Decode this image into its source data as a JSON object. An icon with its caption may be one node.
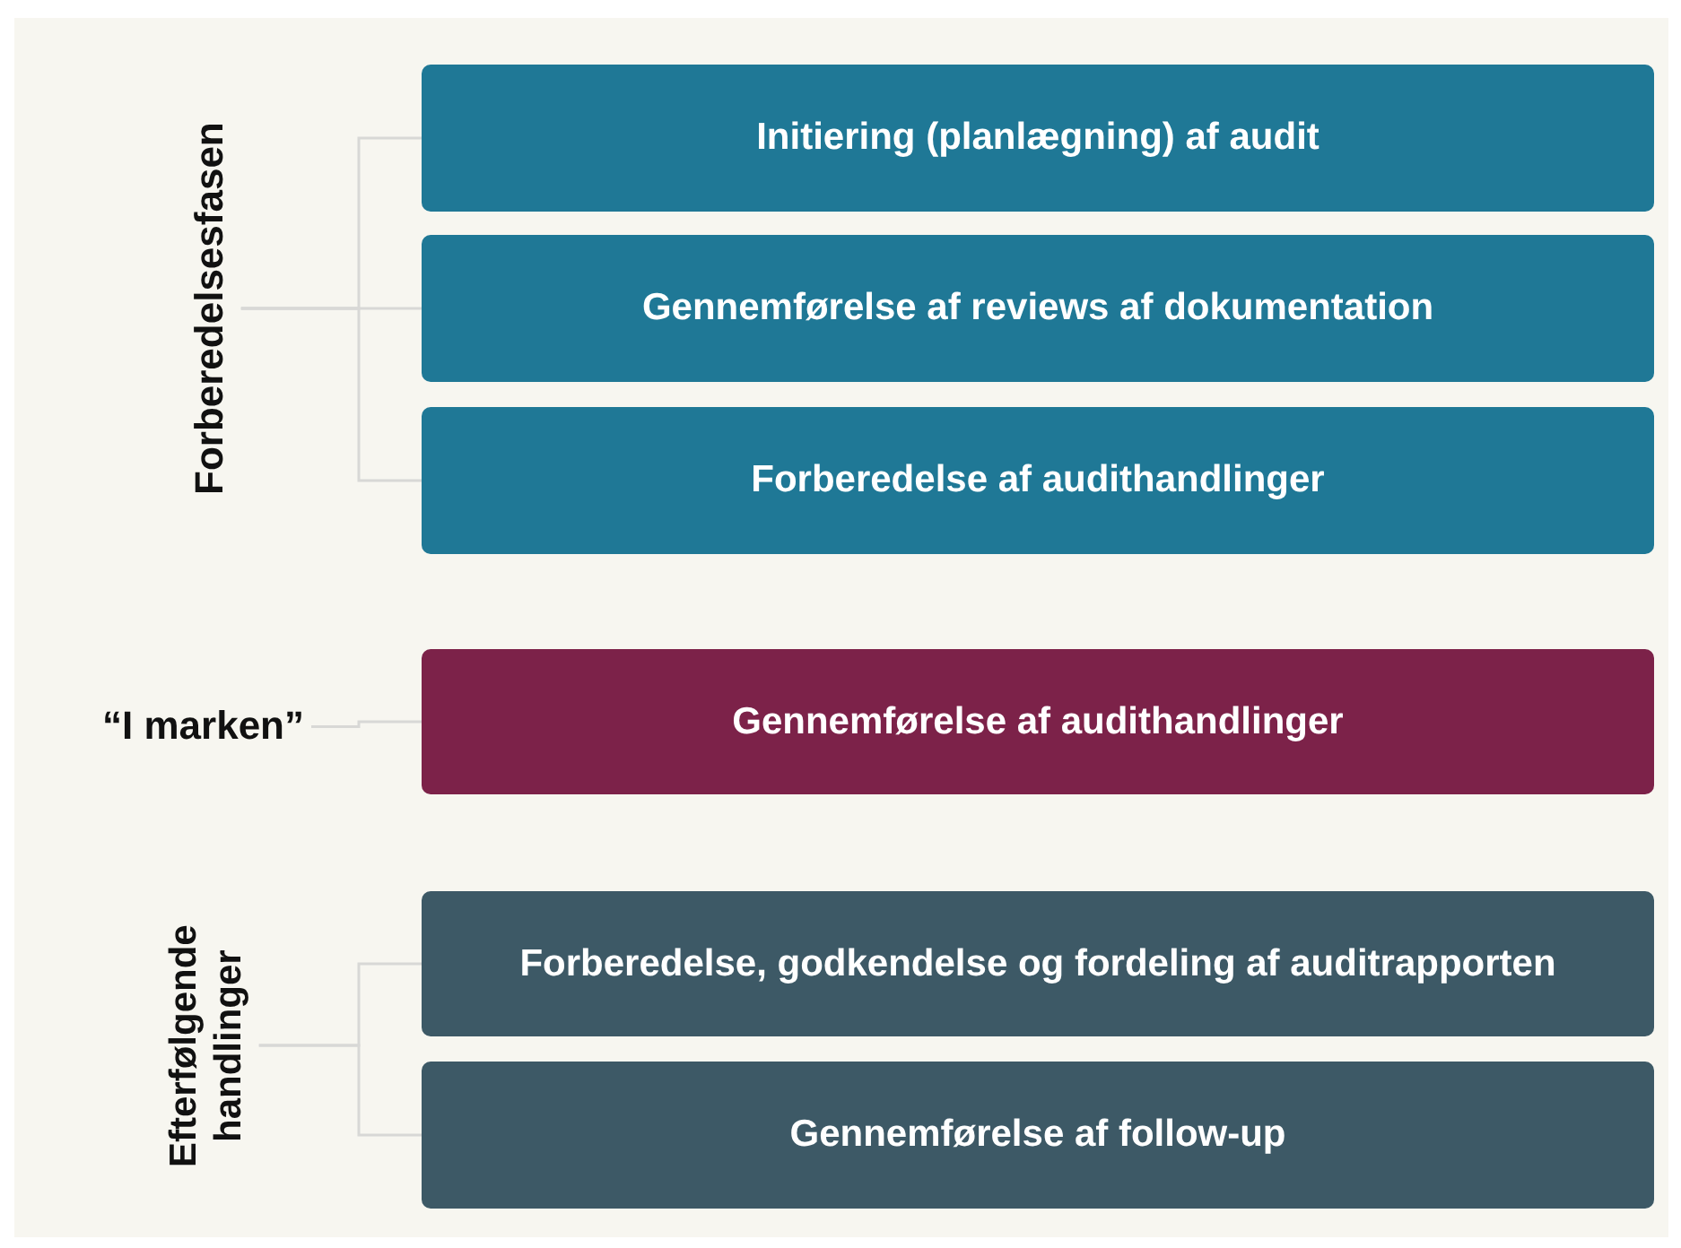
{
  "diagram": {
    "nodes": [
      {
        "text": [
          "Forberedelsesfasen"
        ]
      },
      {
        "text": [
          "Initiering (planlægning) af audit"
        ]
      },
      {
        "text": [
          "Gennemførelse af reviews af dokumentation"
        ]
      },
      {
        "text": [
          "Forberedelse af audithandlinger"
        ]
      },
      {
        "text": [
          "“I marken”"
        ]
      },
      {
        "text": [
          "Gennemførelse af audithandlinger"
        ]
      },
      {
        "text": [
          "Efterfølgende handlinger"
        ]
      },
      {
        "text": [
          "Forberedelse, godkendelse og fordeling af auditrapporten"
        ]
      },
      {
        "text": [
          "Gennemførelse af follow-up"
        ]
      }
    ],
    "edges": [
      {
        "from": 0,
        "to": 1,
        "arrow": "none"
      },
      {
        "from": 0,
        "to": 2,
        "arrow": "none"
      },
      {
        "from": 0,
        "to": 3,
        "arrow": "none"
      },
      {
        "from": 4,
        "to": 5,
        "arrow": "none"
      },
      {
        "from": 6,
        "to": 7,
        "arrow": "none"
      },
      {
        "from": 6,
        "to": 8,
        "arrow": "none"
      }
    ]
  }
}
